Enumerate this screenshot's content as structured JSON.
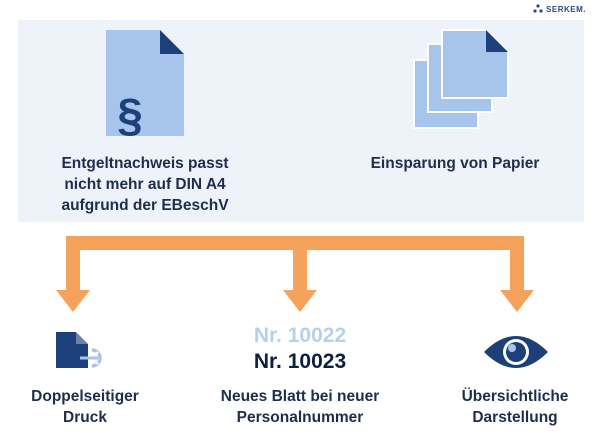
{
  "brand": {
    "logo_text": "SERKEM."
  },
  "top": {
    "left_label": [
      "Entgeltnachweis passt",
      "nicht mehr auf DIN A4",
      "aufgrund der EBeschV"
    ],
    "right_label": "Einsparung von Papier",
    "paragraph_symbol": "§"
  },
  "bottom": {
    "left_label": [
      "Doppelseitiger",
      "Druck"
    ],
    "center_numbers": [
      "Nr. 10022",
      "Nr. 10023"
    ],
    "center_label": [
      "Neues Blatt bei neuer",
      "Personalnummer"
    ],
    "right_label": [
      "Übersichtliche",
      "Darstellung"
    ]
  },
  "colors": {
    "arrow": "#f5a25d",
    "dark_blue": "#1d3f7a",
    "light_blue": "#a7c4ec",
    "panel": "#eef3fa",
    "faded_number": "#b7cfee"
  }
}
